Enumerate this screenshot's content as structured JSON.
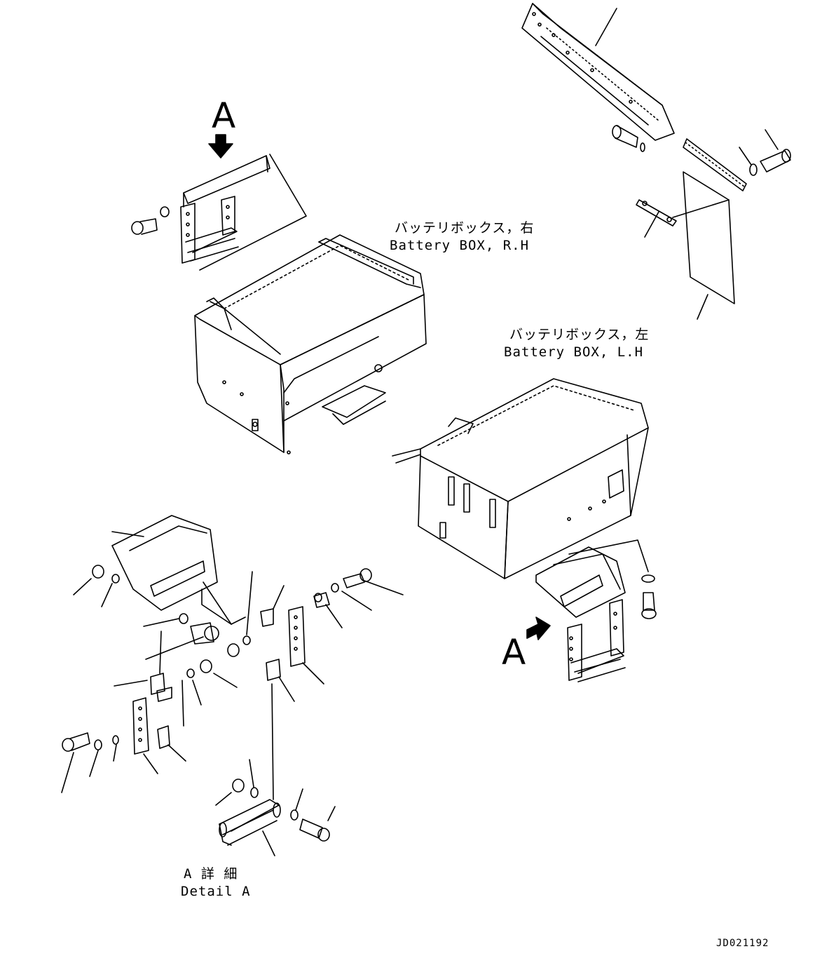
{
  "labels": {
    "view_a_top": "A",
    "view_a_right": "A",
    "battery_rh_jp": "バッテリボックス，右",
    "battery_rh_en": "Battery BOX, R.H",
    "battery_lh_jp": "バッテリボックス，左",
    "battery_lh_en": "Battery BOX, L.H",
    "detail_a_jp": "A 詳 細",
    "detail_a_en": "Detail A",
    "drawing_code": "JD021192"
  }
}
